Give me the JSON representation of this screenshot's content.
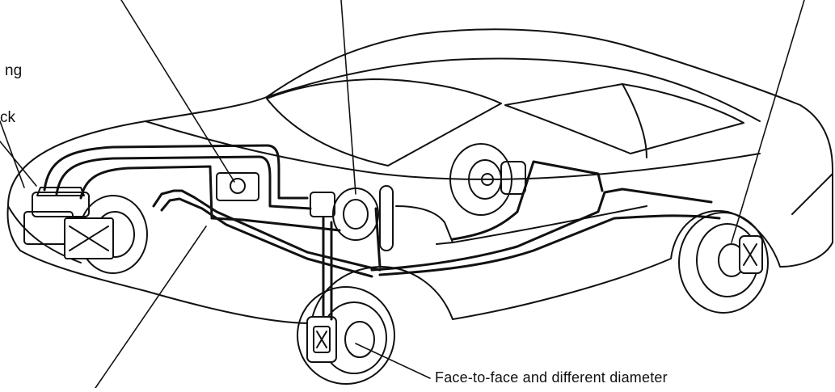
{
  "labels": {
    "partial_ng": "ng",
    "partial_ck": "ck",
    "face_to_face": "Face-to-face and different diameter"
  },
  "colors": {
    "ink": "#111111",
    "background": "#ffffff"
  }
}
